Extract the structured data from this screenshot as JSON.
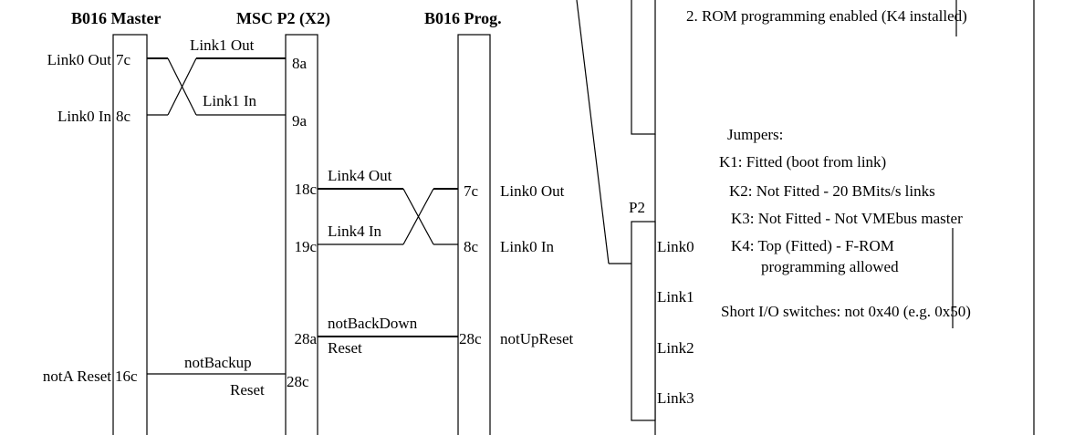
{
  "headers": {
    "master": "B016 Master",
    "msc": "MSC P2 (X2)",
    "prog": "B016 Prog."
  },
  "master_pins": {
    "link0_out_label": "Link0 Out",
    "link0_out_pin": "7c",
    "link0_in_label": "Link0 In",
    "link0_in_pin": "8c",
    "nota_reset_label": "notA Reset",
    "nota_reset_pin": "16c"
  },
  "msc_pins": {
    "link1_out_label": "Link1 Out",
    "p8a": "8a",
    "link1_in_label": "Link1 In",
    "p9a": "9a",
    "p18c": "18c",
    "p19c": "19c",
    "p28a": "28a",
    "p28c": "28c",
    "notbackup": "notBackup",
    "reset1": "Reset",
    "link4_out_label": "Link4 Out",
    "link4_in_label": "Link4 In",
    "notbackdown": "notBackDown",
    "reset2": "Reset"
  },
  "prog_pins": {
    "p7c": "7c",
    "link0_out_label": "Link0 Out",
    "p8c": "8c",
    "link0_in_label": "Link0 In",
    "p28c": "28c",
    "notupreset_label": "notUpReset"
  },
  "p2": {
    "label": "P2",
    "links": [
      "Link0",
      "Link1",
      "Link2",
      "Link3"
    ]
  },
  "notes": {
    "rom_line": "2. ROM programming enabled (K4 installed)",
    "jumpers_title": "Jumpers:",
    "k1": "K1: Fitted (boot from link)",
    "k2": "K2: Not Fitted - 20 BMits/s links",
    "k3": "K3: Not Fitted - Not VMEbus master",
    "k4a": "K4: Top (Fitted) - F-ROM",
    "k4b": "programming allowed",
    "short_io": "Short I/O switches: not 0x40 (e.g. 0x50)"
  }
}
